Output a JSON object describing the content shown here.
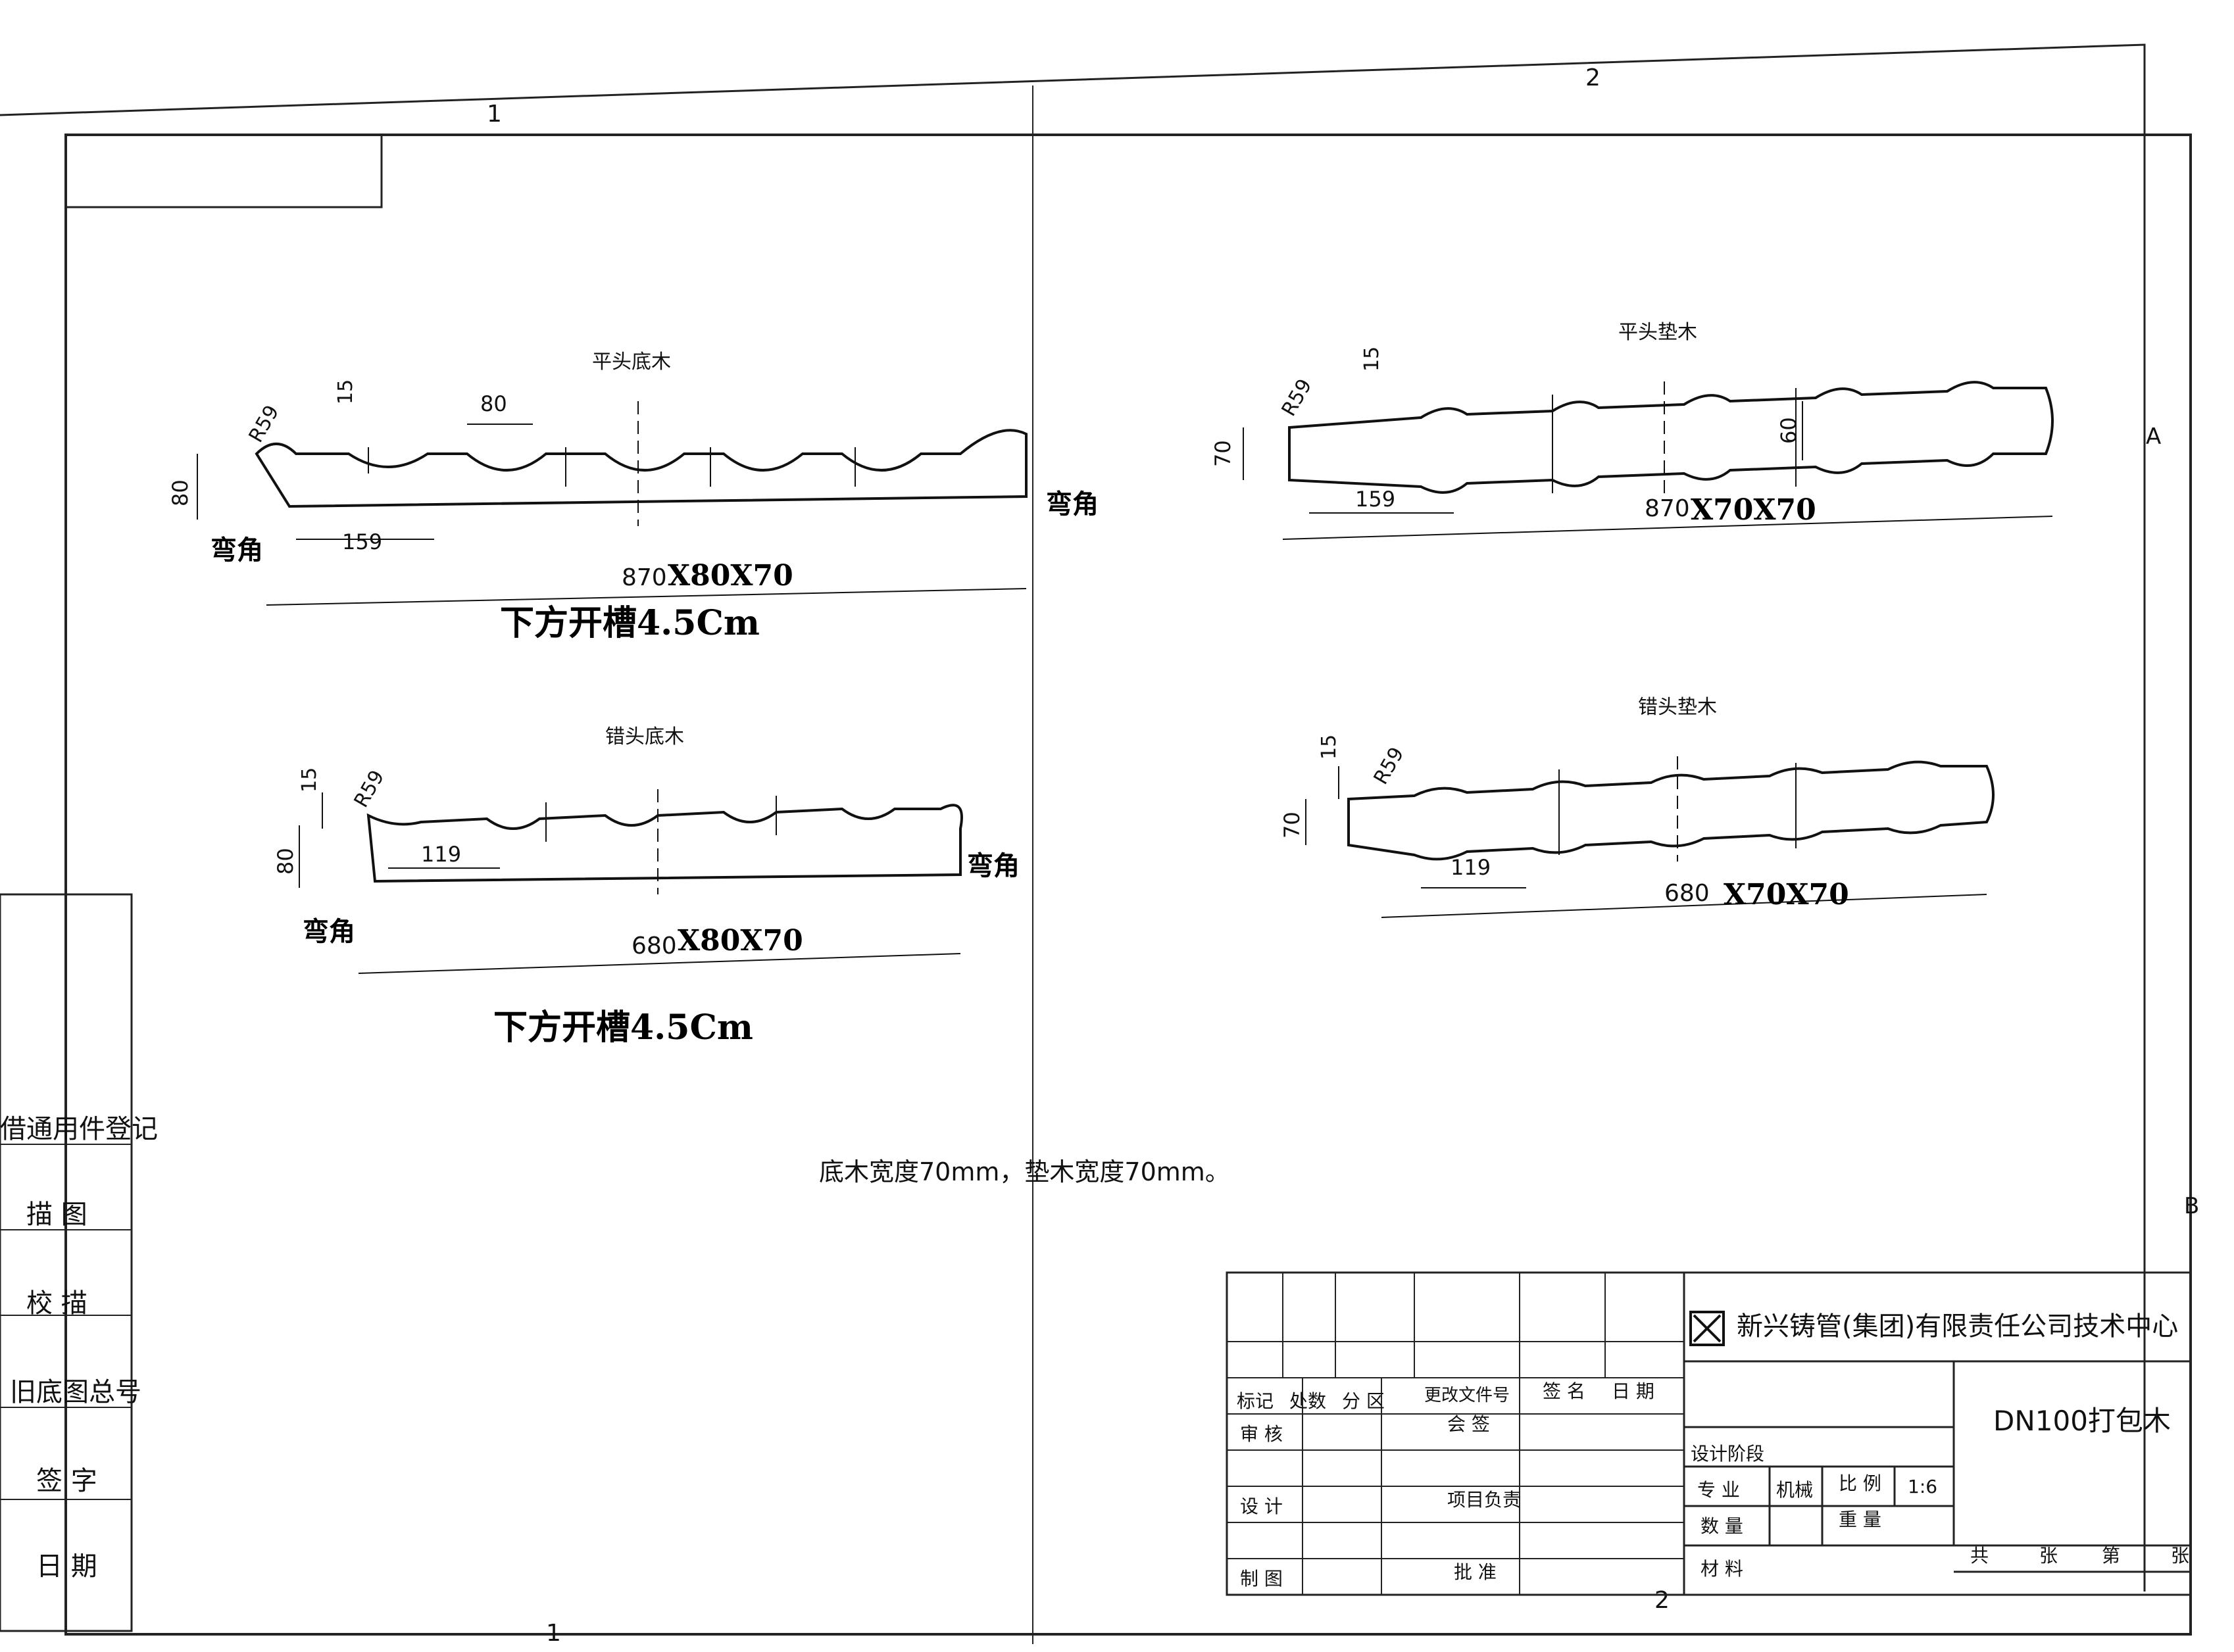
{
  "zones": {
    "top_1": "1",
    "top_2": "2",
    "bottom_1": "1",
    "bottom_2": "2",
    "side_a": "A",
    "side_b": "B"
  },
  "side_block": {
    "title": "借通用件登记",
    "rows": [
      "描 图",
      "校 描",
      "旧底图总号",
      "签 字",
      "日 期"
    ]
  },
  "parts": {
    "flat_base": {
      "title": "平头底木",
      "dims": {
        "r": "R59",
        "d15": "15",
        "d80_top": "80",
        "d80_side": "80",
        "d159": "159",
        "d870": "870"
      },
      "hand_size": "X80X70",
      "hand_left": "弯角",
      "hand_right": "弯角",
      "hand_note": "下方开槽4.5Cm"
    },
    "flat_pad": {
      "title": "平头垫木",
      "dims": {
        "r": "R59",
        "d15": "15",
        "d70": "70",
        "d60": "60",
        "d159": "159",
        "d870": "870"
      },
      "hand_size": "X70X70"
    },
    "stagger_base": {
      "title": "错头底木",
      "dims": {
        "r": "R59",
        "d15": "15",
        "d80": "80",
        "d119": "119",
        "d680": "680"
      },
      "hand_size": "X80X70",
      "hand_left": "弯角",
      "hand_right": "弯角",
      "hand_note": "下方开槽4.5Cm"
    },
    "stagger_pad": {
      "title": "错头垫木",
      "dims": {
        "r": "R59",
        "d15": "15",
        "d70": "70",
        "d119": "119",
        "d680": "680"
      },
      "hand_size": "X70X70"
    }
  },
  "width_note": "底木宽度70mm，垫木宽度70mm。",
  "title_block": {
    "company": "新兴铸管(集团)有限责任公司技术中心",
    "drawing_name": "DN100打包木",
    "rev_headers": [
      "标记",
      "处数",
      "分 区",
      "更改文件号",
      "签 名",
      "日 期"
    ],
    "review": "审 核",
    "countersign": "会 签",
    "design": "设 计",
    "project_lead": "项目负责",
    "drafting": "制 图",
    "approve": "批 准",
    "design_stage": "设计阶段",
    "specialty_label": "专 业",
    "specialty_value": "机械",
    "scale_label": "比 例",
    "scale_value": "1:6",
    "quantity_label": "数 量",
    "weight_label": "重 量",
    "material_label": "材 料",
    "total_label": "共",
    "sheet_label": "张",
    "page_label": "第",
    "page_sheet_label": "张"
  }
}
